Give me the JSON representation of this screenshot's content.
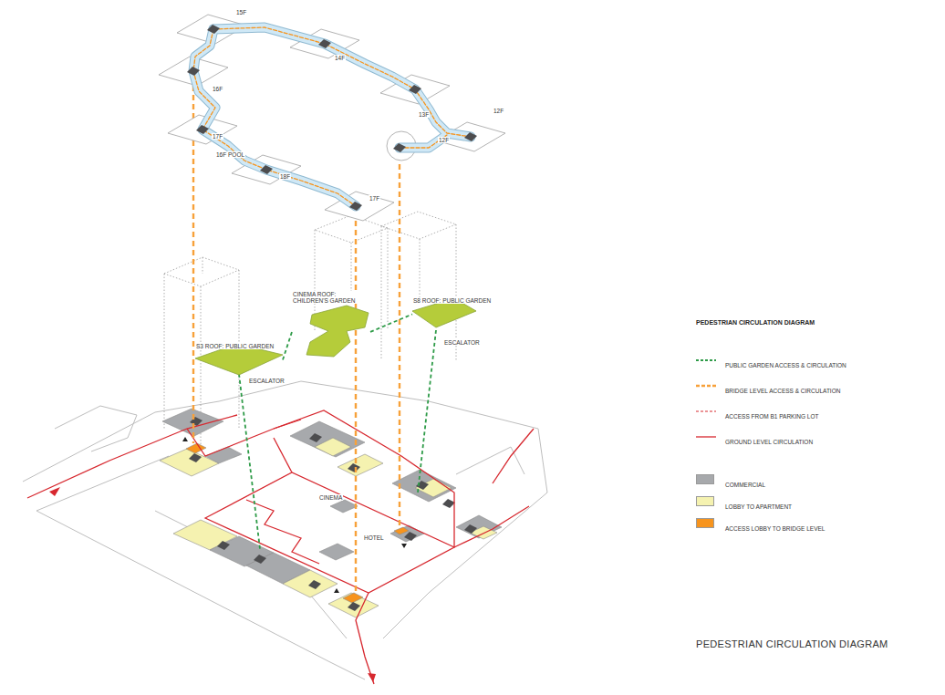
{
  "diagram": {
    "title": "PEDESTRIAN CIRCULATION DIAGRAM",
    "caption": "PEDESTRIAN CIRCULATION DIAGRAM",
    "nodes": [
      {
        "text": [
          "S3 ROOF: PUBLIC GARDEN"
        ]
      },
      {
        "text": [
          "CINEMA ROOF: CHILDREN'S GARDEN"
        ]
      },
      {
        "text": [
          "S8 ROOF: PUBLIC GARDEN"
        ]
      }
    ],
    "edges": [
      {
        "from": 0,
        "to": 1,
        "arrow": "none"
      },
      {
        "from": 1,
        "to": 2,
        "arrow": "none"
      }
    ],
    "labels": [
      "15F",
      "14F",
      "13F",
      "12F",
      "12F",
      "16F",
      "17F",
      "16F POOL",
      "18F",
      "17F",
      "ESCALATOR",
      "ESCALATOR",
      "CINEMA",
      "HOTEL"
    ],
    "legend": [
      {
        "text": "PUBLIC GARDEN  ACCESS & CIRCULATION"
      },
      {
        "text": "BRIDGE LEVEL ACCESS & CIRCULATION"
      },
      {
        "text": "ACCESS FROM B1 PARKING LOT"
      },
      {
        "text": "GROUND LEVEL CIRCULATION"
      },
      {
        "text": "COMMERCIAL",
        "color": "#a7a9ac"
      },
      {
        "text": "LOBBY TO APARTMENT",
        "color": "#f5f2b0"
      },
      {
        "text": "ACCESS LOBBY TO BRIDGE LEVEL",
        "color": "#f7941d"
      }
    ]
  }
}
